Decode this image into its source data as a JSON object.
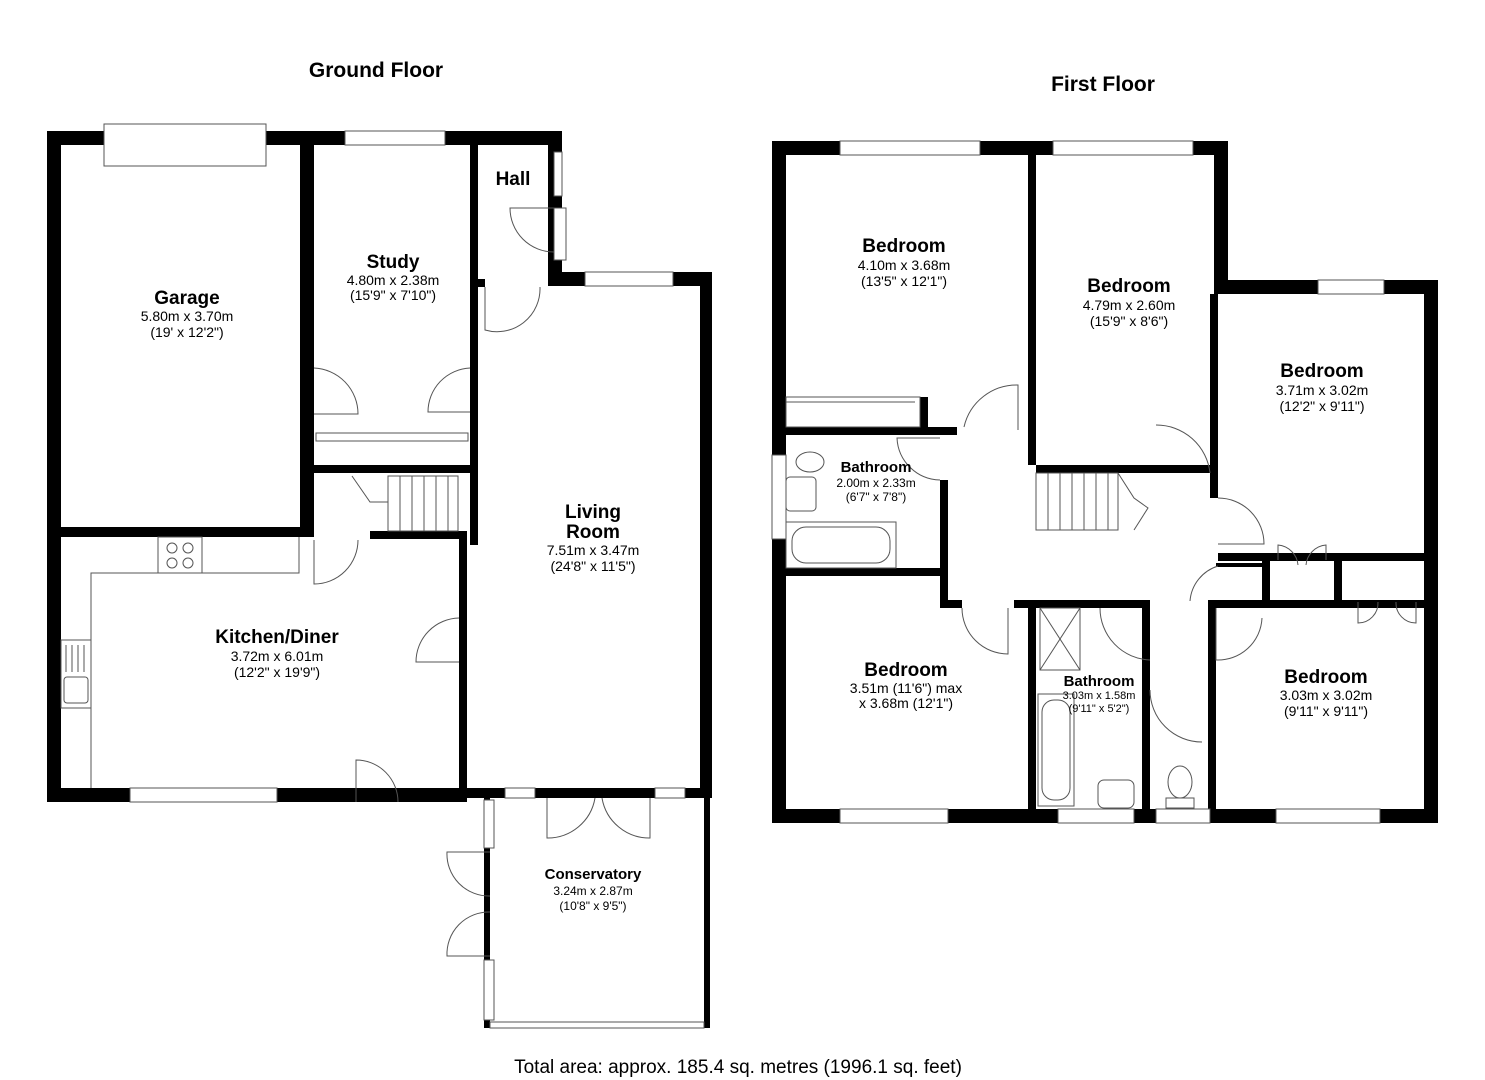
{
  "ground_floor": {
    "title": "Ground Floor",
    "rooms": {
      "garage": {
        "name": "Garage",
        "dim_metric": "5.80m x 3.70m",
        "dim_imperial": "(19' x 12'2\")"
      },
      "study": {
        "name": "Study",
        "dim_metric": "4.80m x 2.38m",
        "dim_imperial": "(15'9\" x 7'10\")"
      },
      "hall": {
        "name": "Hall"
      },
      "living_room": {
        "name_line1": "Living",
        "name_line2": "Room",
        "dim_metric": "7.51m x 3.47m",
        "dim_imperial": "(24'8\" x 11'5\")"
      },
      "kitchen": {
        "name": "Kitchen/Diner",
        "dim_metric": "3.72m x 6.01m",
        "dim_imperial": "(12'2\" x 19'9\")"
      },
      "conservatory": {
        "name": "Conservatory",
        "dim_metric": "3.24m x 2.87m",
        "dim_imperial": "(10'8\" x 9'5\")"
      }
    }
  },
  "first_floor": {
    "title": "First Floor",
    "rooms": {
      "bedroom_1": {
        "name": "Bedroom",
        "dim_metric": "4.10m x 3.68m",
        "dim_imperial": "(13'5\" x 12'1\")"
      },
      "bedroom_2": {
        "name": "Bedroom",
        "dim_metric": "4.79m x 2.60m",
        "dim_imperial": "(15'9\" x 8'6\")"
      },
      "bedroom_3": {
        "name": "Bedroom",
        "dim_metric": "3.71m x 3.02m",
        "dim_imperial": "(12'2\" x 9'11\")"
      },
      "bathroom_1": {
        "name": "Bathroom",
        "dim_metric": "2.00m x 2.33m",
        "dim_imperial": "(6'7\" x 7'8\")"
      },
      "bedroom_4": {
        "name": "Bedroom",
        "dim_line1": "3.51m (11'6\") max",
        "dim_line2": "x 3.68m (12'1\")"
      },
      "bathroom_2": {
        "name": "Bathroom",
        "dim_metric": "3.03m x 1.58m",
        "dim_imperial": "(9'11\" x 5'2\")"
      },
      "bedroom_5": {
        "name": "Bedroom",
        "dim_metric": "3.03m x 3.02m",
        "dim_imperial": "(9'11\" x 9'11\")"
      }
    }
  },
  "footer": {
    "total_area": "Total area: approx. 185.4 sq. metres (1996.1 sq. feet)"
  },
  "colors": {
    "wall": "#000000",
    "fixture_line": "#555555",
    "background": "#ffffff"
  }
}
